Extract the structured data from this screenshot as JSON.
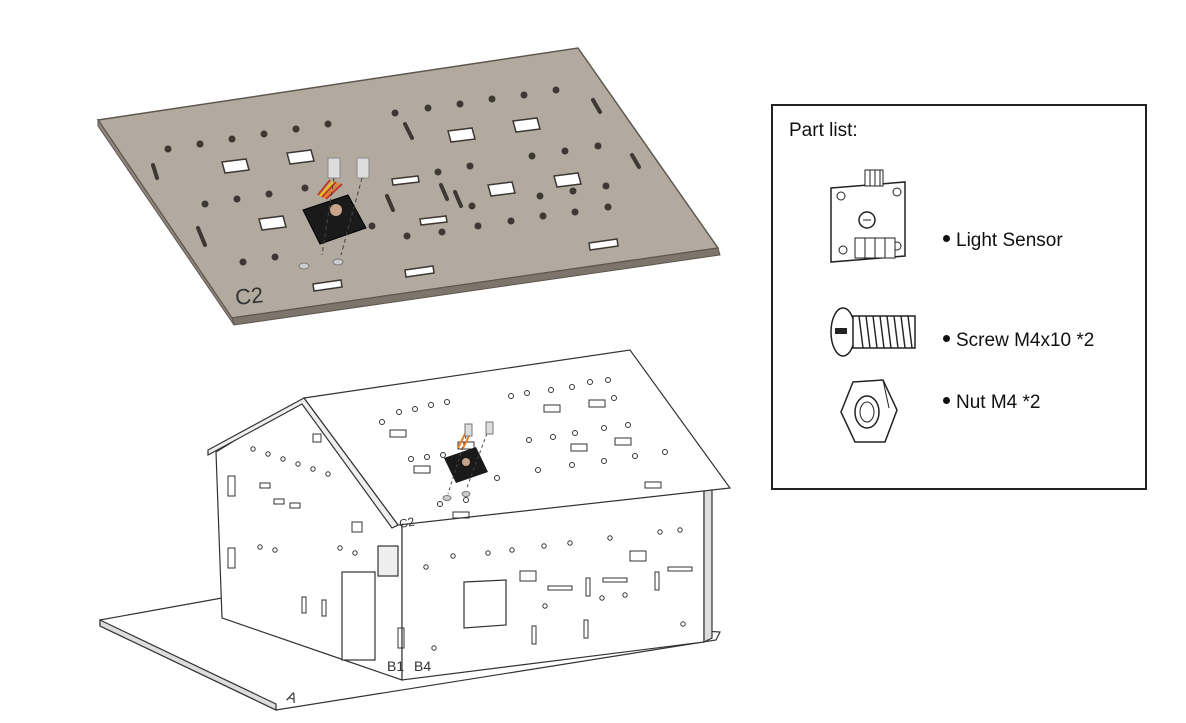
{
  "plate_label": "C2",
  "house_labels": {
    "roof": "C2",
    "wall_left": "B1",
    "wall_right": "B4",
    "base": "A"
  },
  "part_list": {
    "title": "Part list:",
    "items": [
      {
        "label": "Light Sensor",
        "icon": "light-sensor-icon"
      },
      {
        "label": "Screw M4x10 *2",
        "icon": "screw-icon"
      },
      {
        "label": "Nut M4 *2",
        "icon": "nut-icon"
      }
    ]
  },
  "colors": {
    "plate": "#b3aa9f",
    "plate_edge": "#6f675e",
    "line": "#333333"
  }
}
